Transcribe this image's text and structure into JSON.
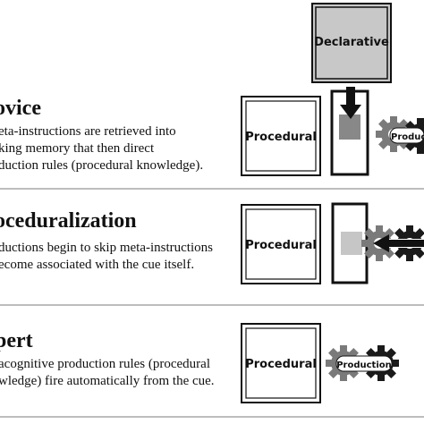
{
  "memory": {
    "declarative_label": "Declarative",
    "procedural_label": "Procedural",
    "production_label": "Production"
  },
  "stages": [
    {
      "title": "ovice",
      "lines": [
        "eta-instructions are retrieved into",
        "king memory that then direct",
        "duction rules (procedural knowledge)."
      ]
    },
    {
      "title": "oceduralization",
      "lines": [
        "ductions begin to skip meta-instructions",
        "ecome associated with the cue itself."
      ]
    },
    {
      "title": "pert",
      "lines": [
        "acognitive production rules (procedural",
        "wledge) fire automatically from the cue."
      ]
    }
  ],
  "colors": {
    "declarative_fill": "#c8c8c8",
    "meta_square_dark": "#888888",
    "meta_square_light": "#c6c6c6",
    "gear_gray": "#7a7a7a",
    "gear_black": "#1a1a1a",
    "arrow": "#111111",
    "divider": "#bdbdbd"
  },
  "icons": [
    "down-arrow-icon",
    "left-arrow-icon",
    "gear-icon"
  ]
}
